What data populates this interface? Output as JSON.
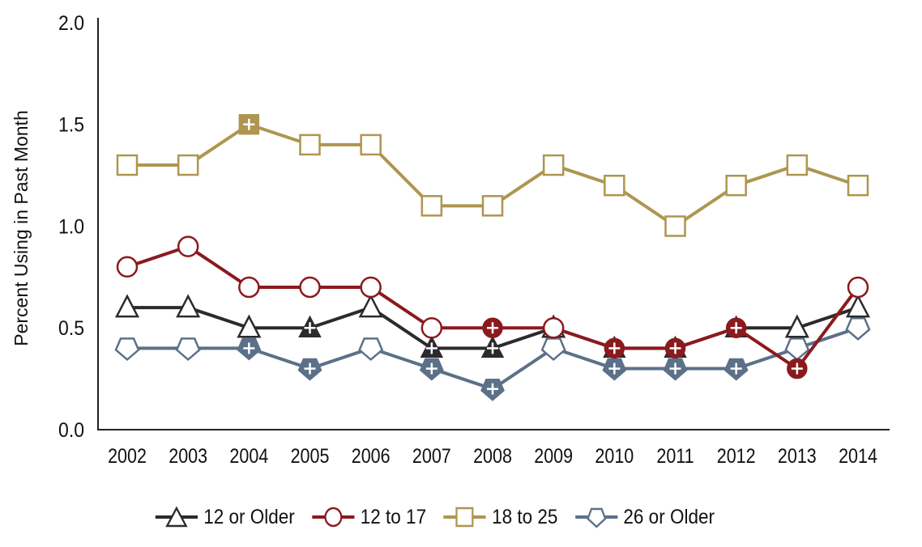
{
  "chart_data": {
    "type": "line",
    "title": "",
    "xlabel": "",
    "ylabel": "Percent Using in Past Month",
    "ylim": [
      0,
      2.0
    ],
    "yticks": [
      "0.0",
      "0.5",
      "1.0",
      "1.5",
      "2.0"
    ],
    "grid": false,
    "legend_position": "bottom",
    "categories": [
      "2002",
      "2003",
      "2004",
      "2005",
      "2006",
      "2007",
      "2008",
      "2009",
      "2010",
      "2011",
      "2012",
      "2013",
      "2014"
    ],
    "series": [
      {
        "name": "12 or Older",
        "color": "#2b2b2e",
        "marker": "triangle",
        "values": [
          0.6,
          0.6,
          0.5,
          0.5,
          0.6,
          0.4,
          0.4,
          0.5,
          0.4,
          0.4,
          0.5,
          0.5,
          0.6
        ],
        "significant": [
          false,
          false,
          false,
          true,
          false,
          true,
          true,
          false,
          true,
          true,
          true,
          false,
          false
        ]
      },
      {
        "name": "12 to 17",
        "color": "#8b1a1e",
        "marker": "circle",
        "values": [
          0.8,
          0.9,
          0.7,
          0.7,
          0.7,
          0.5,
          0.5,
          0.5,
          0.4,
          0.4,
          0.5,
          0.3,
          0.7
        ],
        "significant": [
          false,
          false,
          false,
          false,
          false,
          false,
          true,
          false,
          true,
          true,
          true,
          true,
          false
        ]
      },
      {
        "name": "18 to 25",
        "color": "#ae9650",
        "marker": "square",
        "values": [
          1.3,
          1.3,
          1.5,
          1.4,
          1.4,
          1.1,
          1.1,
          1.3,
          1.2,
          1.0,
          1.2,
          1.3,
          1.2
        ],
        "significant": [
          false,
          false,
          true,
          false,
          false,
          false,
          false,
          false,
          false,
          false,
          false,
          false,
          false
        ]
      },
      {
        "name": "26 or Older",
        "color": "#5c7089",
        "marker": "pentagon",
        "values": [
          0.4,
          0.4,
          0.4,
          0.3,
          0.4,
          0.3,
          0.2,
          0.4,
          0.3,
          0.3,
          0.3,
          0.4,
          0.5
        ],
        "significant": [
          false,
          false,
          true,
          true,
          false,
          true,
          true,
          false,
          true,
          true,
          true,
          false,
          false
        ]
      }
    ]
  },
  "legend": {
    "items": [
      "12 or Older",
      "12 to 17",
      "18 to 25",
      "26 or Older"
    ]
  }
}
